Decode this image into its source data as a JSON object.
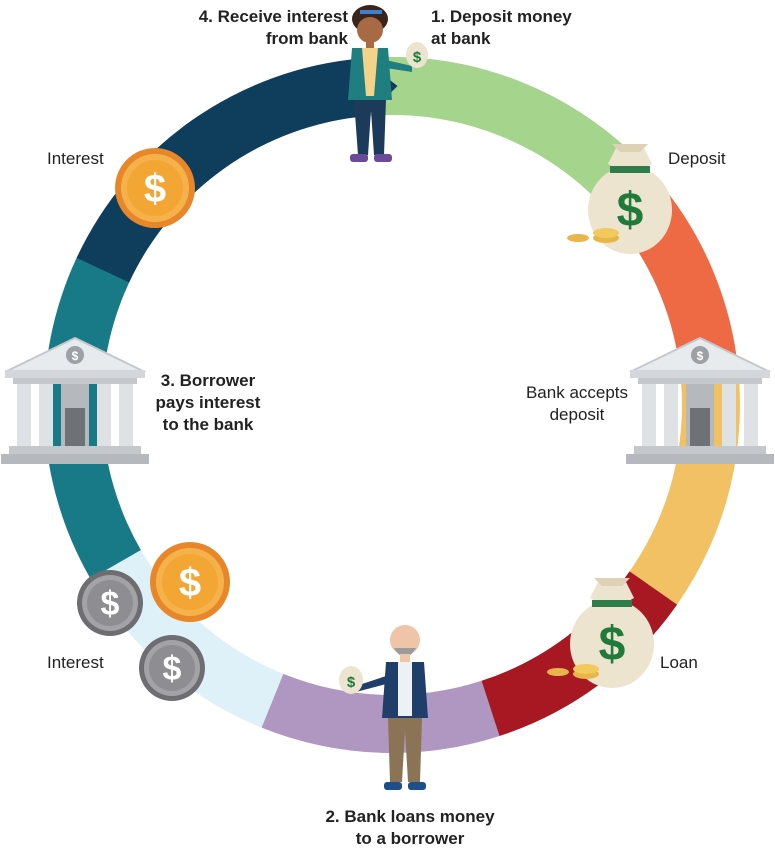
{
  "steps": {
    "step1": "1. Deposit money\nat bank",
    "step2": "2. Bank loans money\nto a borrower",
    "step3": "3. Borrower\npays interest\nto the bank",
    "step4": "4. Receive interest\nfrom bank"
  },
  "side_labels": {
    "deposit": "Deposit",
    "bank_accepts": "Bank accepts\ndeposit",
    "loan": "Loan",
    "interest_left_top": "Interest",
    "interest_left_bottom": "Interest"
  },
  "icons": {
    "coin_symbol": "$",
    "bank_badge": "$",
    "bag_symbol": "$"
  },
  "colors": {
    "green": "#a5d48d",
    "orange_red": "#ee6a45",
    "yellow": "#f2c164",
    "dark_red": "#a81822",
    "purple": "#b097c1",
    "light_blue": "#def0f8",
    "teal": "#187a86",
    "navy": "#0f3d5c",
    "gold_coin": "#f3a634",
    "silver_coin": "#8e8e92",
    "money_green": "#1f7a3c"
  }
}
